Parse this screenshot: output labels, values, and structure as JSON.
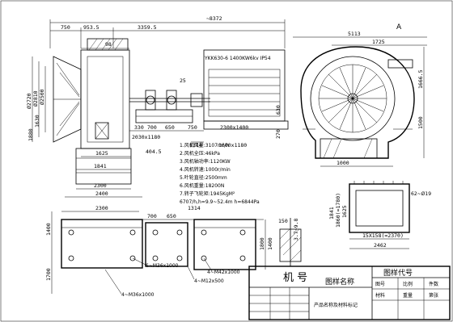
{
  "top_view": {
    "overall_len": "~8372",
    "d750": "750",
    "d953": "953.5",
    "d3359": "3359.5",
    "motor_label": "YKK630-6 1400KW6kv IP54",
    "d25": "25",
    "d98": "98",
    "d2720": "Ø2720",
    "d2810": "Ø2810",
    "d2500": "Ø2500",
    "d1880": "1880",
    "d1630": "1630",
    "d330": "330",
    "d700": "700",
    "d650": "650",
    "d750b": "750",
    "d2030": "2030x1180",
    "d1314": "1314",
    "d1600": "1600x1180",
    "d2300": "2300x1400",
    "d630": "630",
    "d270": "270",
    "d1625": "1625",
    "d404": "404.5",
    "d1841": "1841",
    "d2300b": "2300",
    "d2400": "2400"
  },
  "side_view": {
    "label_a": "A",
    "d5113": "5113",
    "d1725": "1725",
    "d1666": "1666.5",
    "d1500": "1500",
    "d1000": "1000"
  },
  "notes": [
    "1.风机风量:3107m³/h",
    "2.风机全压:46kPa",
    "3.风机轴功率:1120KW",
    "4.风机转速:1000r/min",
    "5.叶轮直径:2500mm",
    "6.风机重量:18200N",
    "7.转子飞轮矩:1945KgM²",
    "6707/h,h=9.9~52.4m h=6844Pa"
  ],
  "foundation": {
    "d2300": "2300",
    "d700": "700",
    "d650": "650",
    "d1314": "1314",
    "d1400": "1400",
    "d1700": "1700",
    "d1800": "1800",
    "d1400b": "1400",
    "bolt1": "6~M36x1000",
    "bolt2": "4~M42x1000",
    "bolt3": "4~M12x500",
    "bolt4": "4~M36x1000"
  },
  "flange": {
    "d1841": "1841",
    "d1860": "1860(=1780)",
    "d1625": "1625",
    "d62": "62~Ø19",
    "d15x158": "15X158(=2370)",
    "d2462": "2462",
    "d150": "150",
    "d37": "3.7~9.8"
  },
  "title_block": {
    "machine_no": "机 号",
    "drawing_name": "图样名称",
    "drawing_code": "图样代号",
    "footer": "产品名称及材料标记",
    "col1": "图号",
    "col2": "比例",
    "col3": "件数",
    "col4": "材料",
    "col5": "重量",
    "col6": "第张"
  }
}
